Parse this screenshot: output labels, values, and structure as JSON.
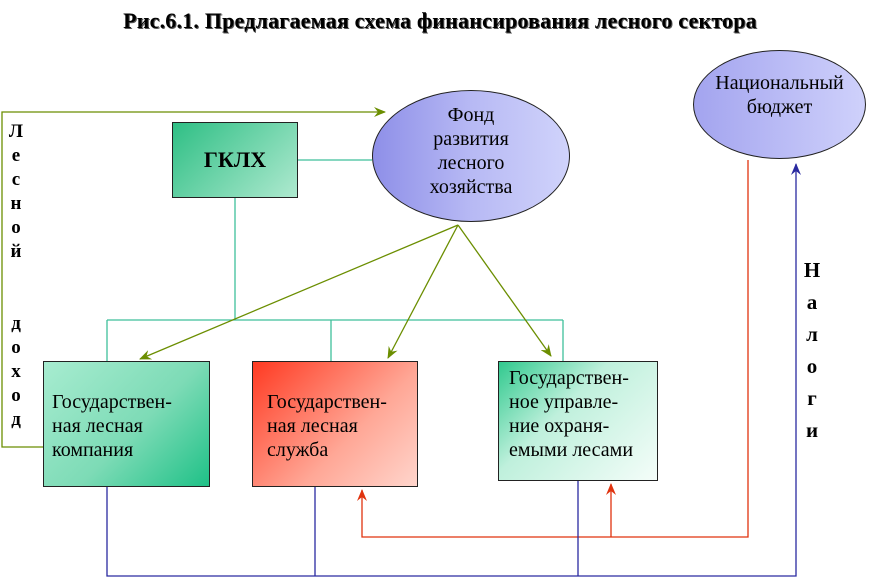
{
  "title": "Рис.6.1. Предлагаемая схема финансирования лесного сектора",
  "nodes": {
    "gklh": "ГКЛХ",
    "fund": [
      "Фонд",
      "развития",
      "лесного",
      "хозяйства"
    ],
    "budget": [
      "Национальный",
      "бюджет"
    ],
    "company": [
      "Государствен-",
      "ная лесная",
      "компания"
    ],
    "service": [
      "Государствен-",
      "ная лесная",
      "служба"
    ],
    "protected": [
      "Государствен-",
      "ное управле-",
      "ние охраня-",
      "емыми лесами"
    ]
  },
  "edge_labels": {
    "forest_income": [
      "Л",
      "е",
      "с",
      "н",
      "о",
      "й",
      "",
      "д",
      "о",
      "х",
      "о",
      "д"
    ],
    "taxes": [
      "Н",
      "а",
      "л",
      "о",
      "г",
      "и"
    ]
  },
  "colors": {
    "olive_arrow": "#6b8e00",
    "teal_line": "#3fbf9a",
    "navy_line": "#2a2aa0",
    "red_arrow": "#e0330f"
  }
}
